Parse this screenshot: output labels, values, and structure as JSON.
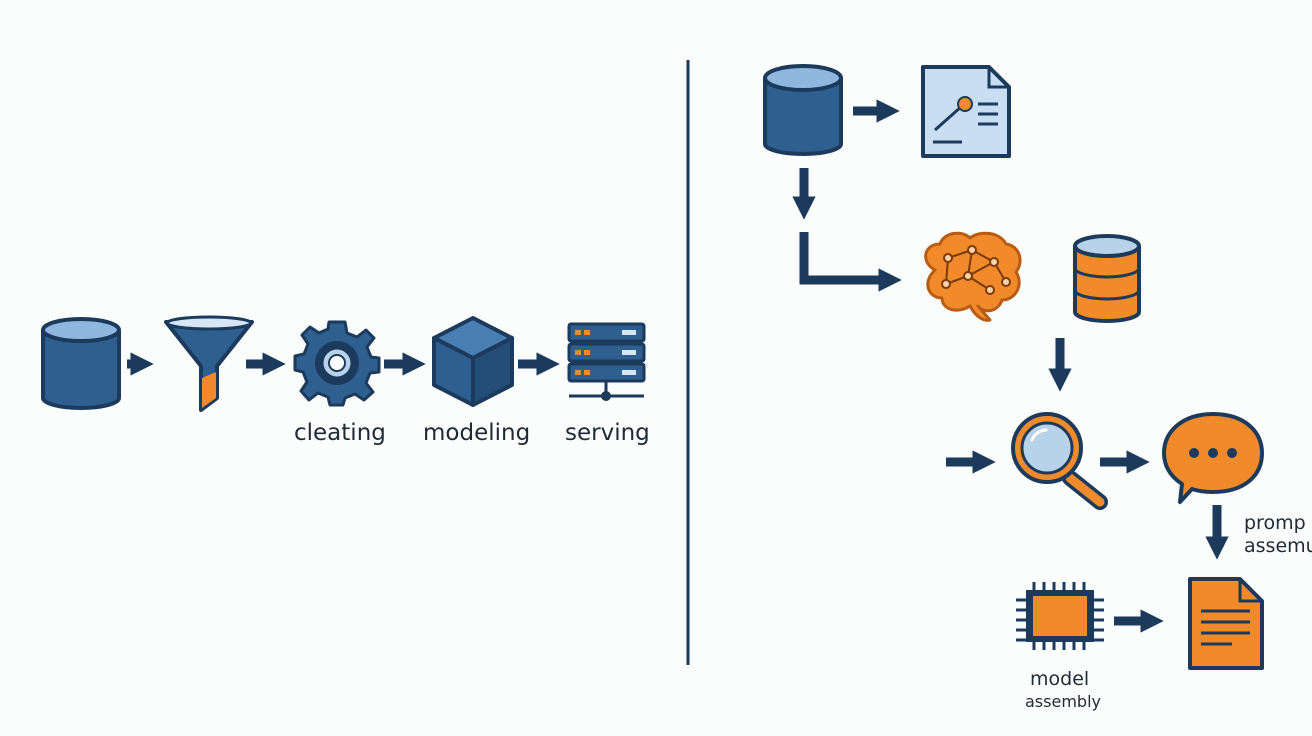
{
  "colors": {
    "navy": "#1b3a5c",
    "blue": "#2f5f8f",
    "light_blue": "#b8d2ea",
    "orange": "#f08a2a",
    "background": "#fbfcfc"
  },
  "left_pipeline": {
    "nodes": [
      {
        "icon": "database-icon",
        "label": ""
      },
      {
        "icon": "funnel-icon",
        "label": ""
      },
      {
        "icon": "gear-icon",
        "label": "cleating"
      },
      {
        "icon": "cube-icon",
        "label": "modeling"
      },
      {
        "icon": "server-icon",
        "label": "serving"
      }
    ]
  },
  "right_pipeline": {
    "nodes": [
      {
        "icon": "database-icon",
        "label": ""
      },
      {
        "icon": "document-icon",
        "label": ""
      },
      {
        "icon": "brain-icon",
        "label": ""
      },
      {
        "icon": "database-stack-icon",
        "label": ""
      },
      {
        "icon": "magnifier-icon",
        "label": ""
      },
      {
        "icon": "chat-bubble-icon",
        "label": ""
      },
      {
        "icon": "chip-icon",
        "label_line1": "model",
        "label_line2": "assembly"
      },
      {
        "icon": "text-document-icon",
        "label": ""
      }
    ],
    "side_label_line1": "promp",
    "side_label_line2": "assemu"
  }
}
